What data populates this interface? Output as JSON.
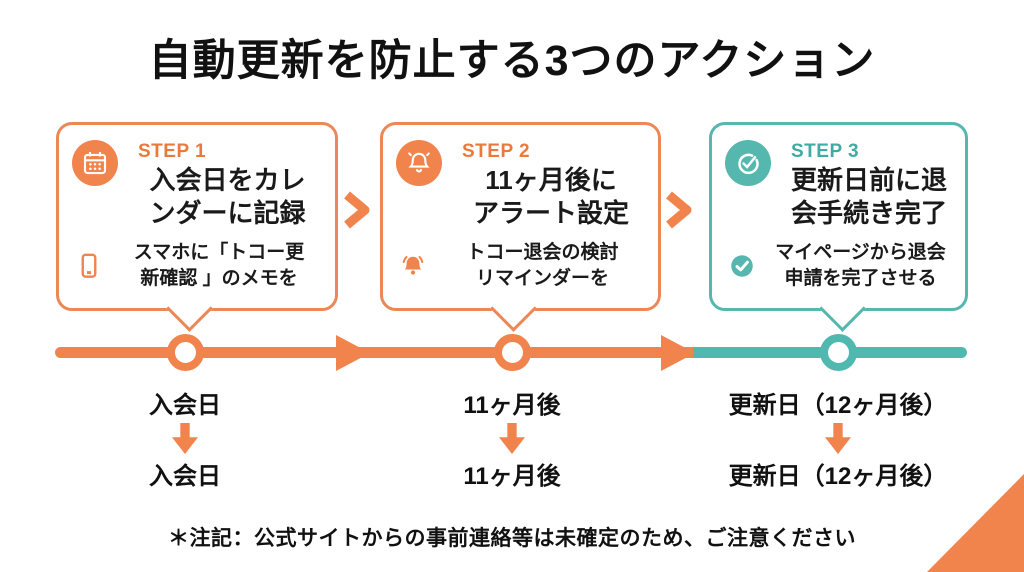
{
  "title": "自動更新を防止する3つのアクション",
  "steps": [
    {
      "label": "STEP 1",
      "title": "入会日をカレ\nンダーに記録",
      "note": "スマホに「トコー更\n新確認 」のメモを",
      "icon": "calendar-icon",
      "note_icon": "smartphone-icon",
      "accent": "#F1834C"
    },
    {
      "label": "STEP 2",
      "title": "11ヶ月後に\nアラート設定",
      "note": "トコー退会の検討\nリマインダーを",
      "icon": "bell-icon",
      "note_icon": "bell-icon",
      "accent": "#F1834C"
    },
    {
      "label": "STEP 3",
      "title": "更新日前に退\n会手続き完了",
      "note": "マイページから退会\n申請を完了させる",
      "icon": "check-circle-icon",
      "note_icon": "check-icon",
      "accent": "#4FB9B0"
    }
  ],
  "timeline": {
    "labels": [
      "入会日",
      "11ヶ月後",
      "更新日（12ヶ月後）"
    ],
    "labels_repeated": [
      "入会日",
      "11ヶ月後",
      "更新日（12ヶ月後）"
    ]
  },
  "footnote": "＊注記：公式サイトからの事前連絡等は未確定のため、ご注意ください",
  "colors": {
    "orange": "#F1834C",
    "teal": "#4FB9B0",
    "text": "#111111",
    "background": "#FFFFFF"
  }
}
